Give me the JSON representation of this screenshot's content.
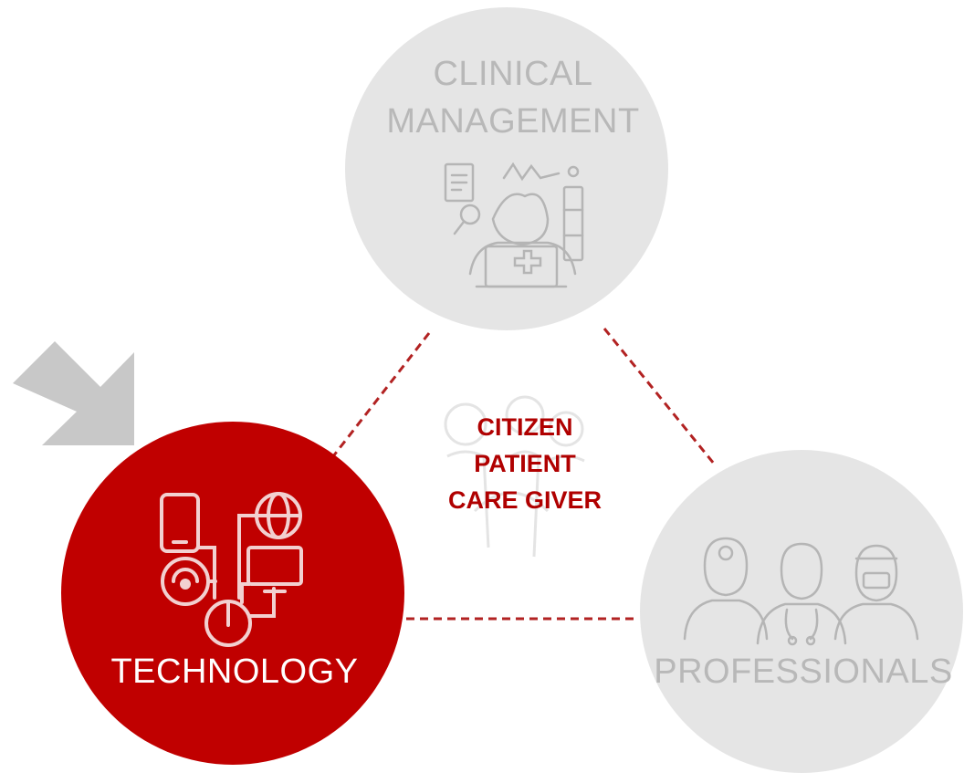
{
  "diagram": {
    "nodes": {
      "clinical": {
        "lines": [
          "CLINICAL",
          "MANAGEMENT"
        ],
        "icon": "doctor-laptop-icon",
        "state": "inactive"
      },
      "technology": {
        "label": "TECHNOLOGY",
        "icon": "connected-devices-icon",
        "state": "active"
      },
      "professionals": {
        "label": "PROFESSIONALS",
        "icon": "medical-staff-icon",
        "state": "inactive"
      }
    },
    "center": {
      "lines": [
        "CITIZEN",
        "PATIENT",
        "CARE GIVER"
      ],
      "icon": "people-watermark-icon"
    },
    "pointer": {
      "icon": "arrow-down-right-icon",
      "target": "technology"
    },
    "colors": {
      "active": "#c00000",
      "inactive": "#e5e5e5",
      "inactive_text": "#b8b8b8",
      "connector": "#b22222",
      "center_text": "#b00000",
      "pointer": "#c8c8c8"
    }
  }
}
